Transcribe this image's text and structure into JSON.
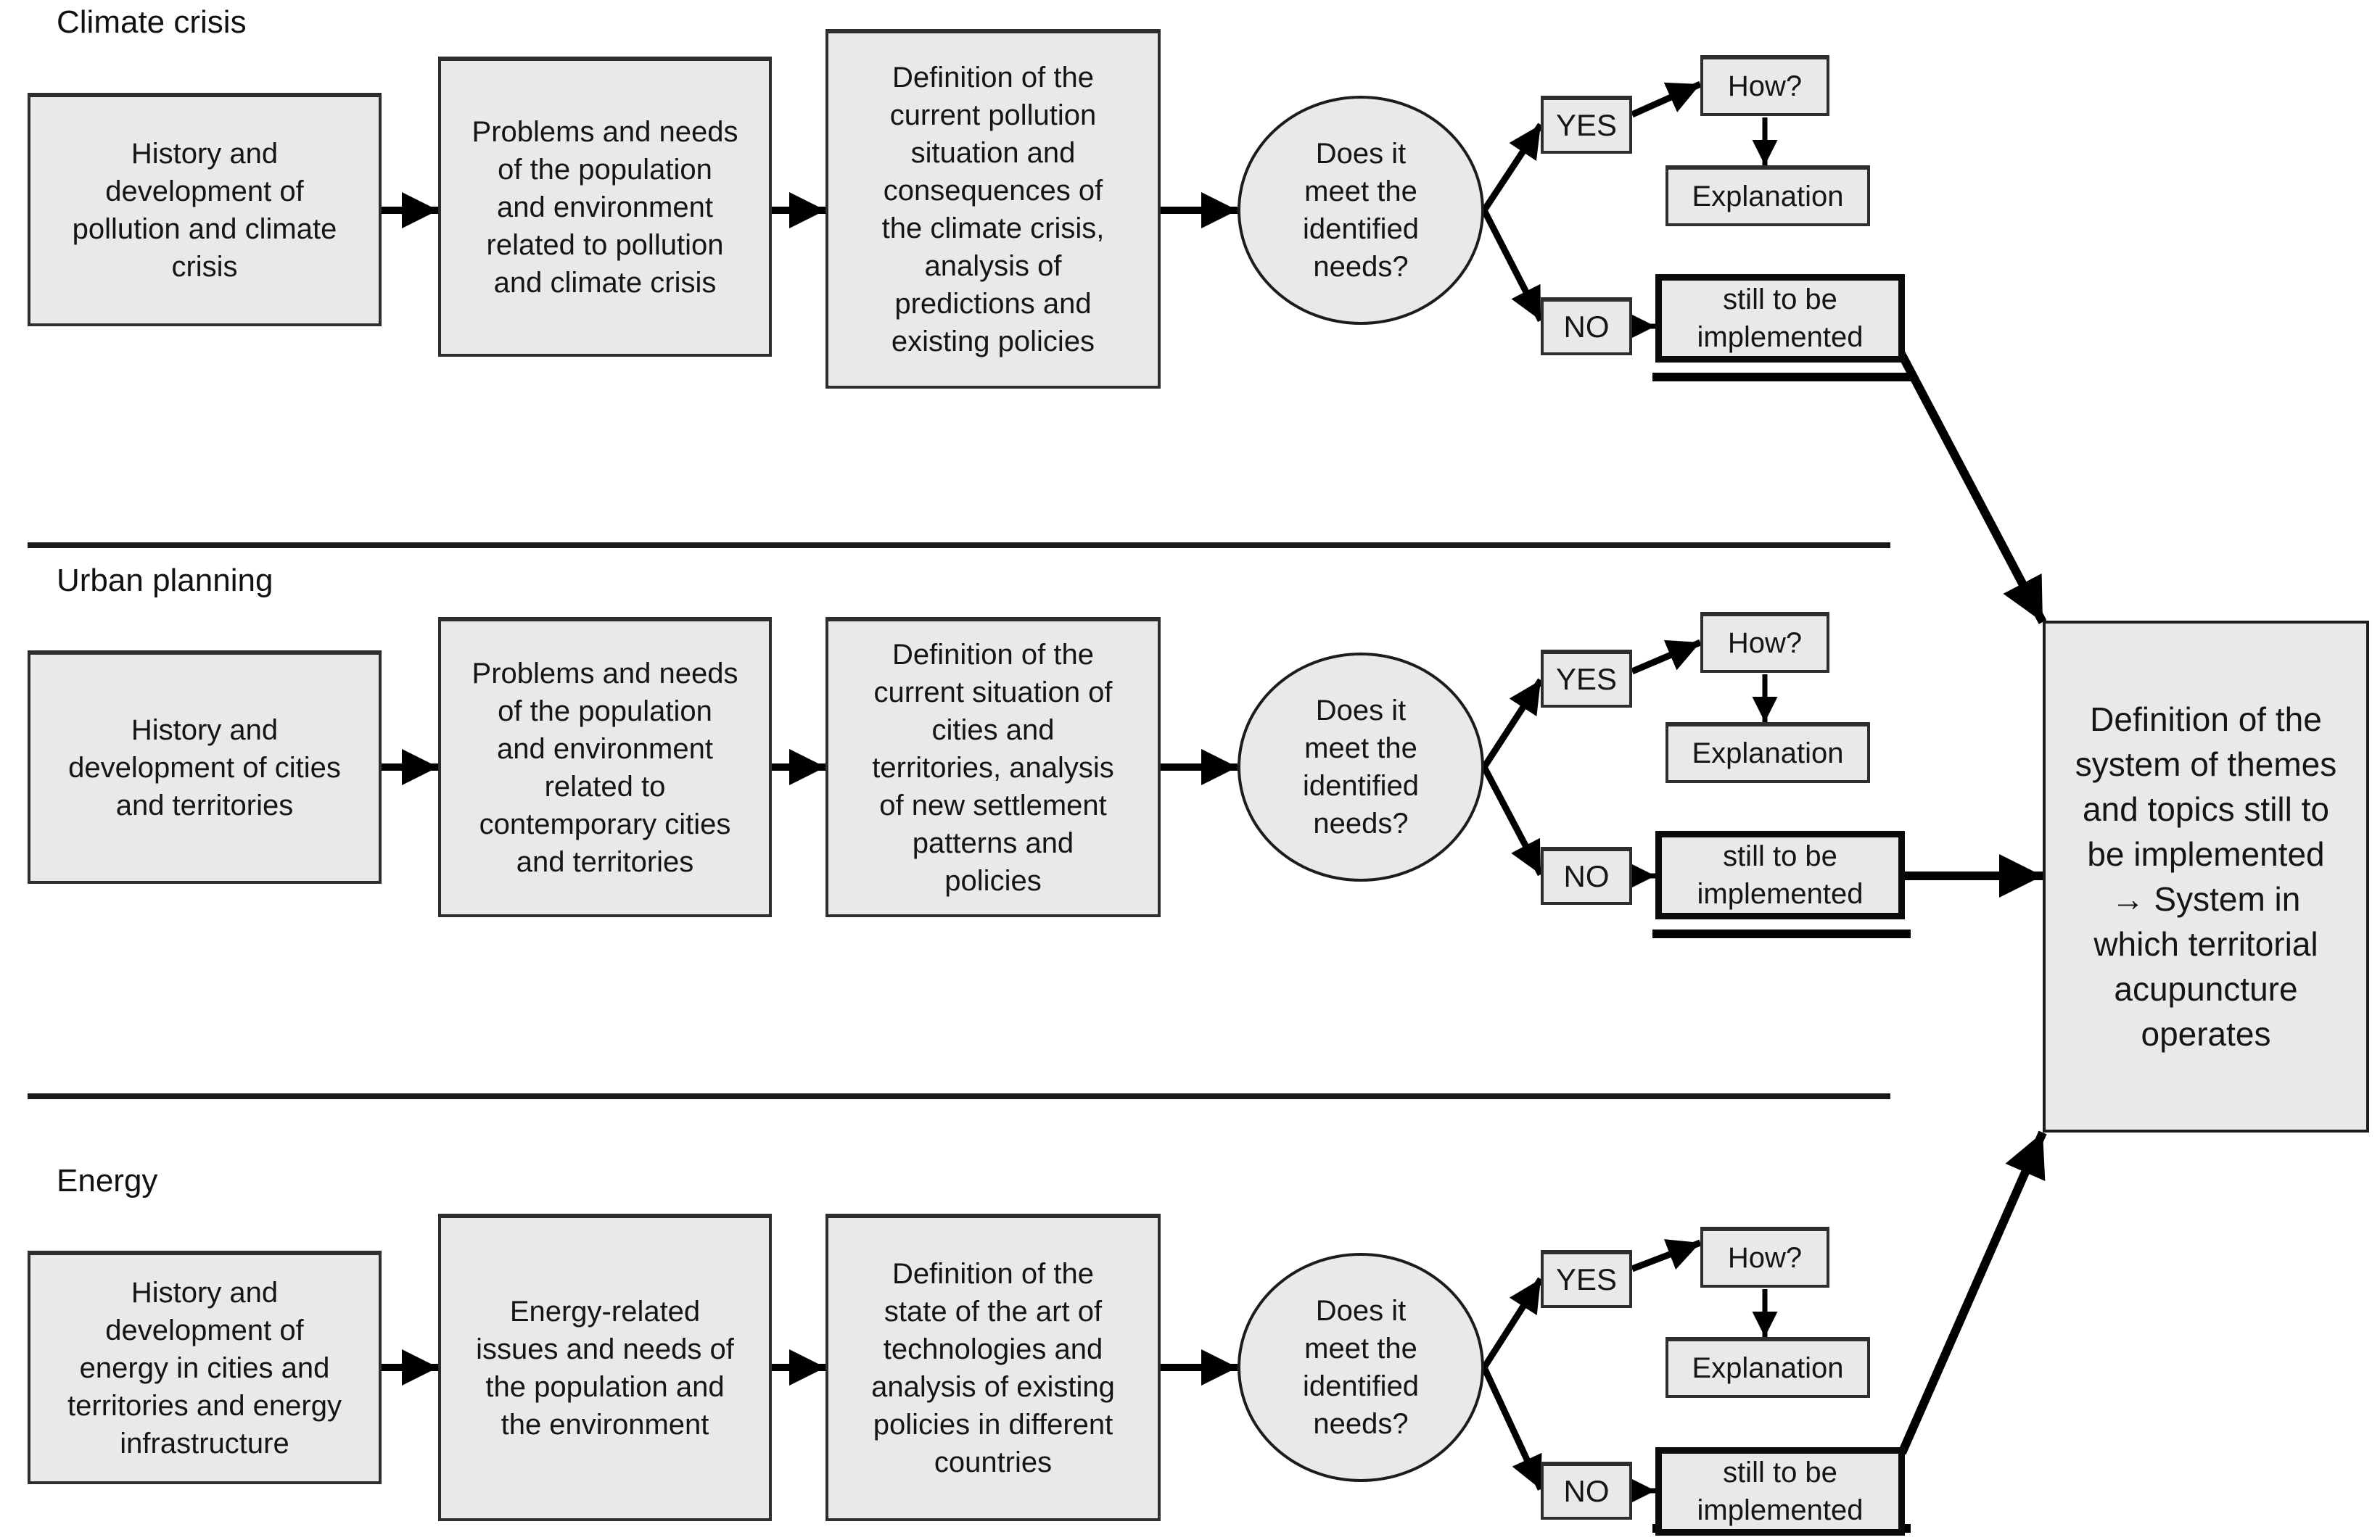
{
  "figure": {
    "background": "#ffffff",
    "colors": {
      "box_fill": "#e9e9e9",
      "box_border": "#2e2e2e",
      "emphasis_border": "#0b0b0b",
      "line": "#000000",
      "text": "#151515"
    },
    "labels": {
      "decision": "Does it\nmeet the\nidentified\nneeds?",
      "yes": "YES",
      "no": "NO",
      "how": "How?",
      "explanation": "Explanation",
      "still_to_be_implemented": "still to be\nimplemented"
    },
    "rows": [
      {
        "title": "Climate crisis",
        "step1": "History and\ndevelopment of\npollution and climate\ncrisis",
        "step2": "Problems and needs\nof the population\nand environment\nrelated to pollution\nand climate crisis",
        "step3": "Definition of the\ncurrent pollution\nsituation and\nconsequences of\nthe climate crisis,\nanalysis of\npredictions and\nexisting policies"
      },
      {
        "title": "Urban planning",
        "step1": "History and\ndevelopment of cities\nand territories",
        "step2": "Problems and needs\nof the population\nand environment\nrelated to\ncontemporary cities\nand territories",
        "step3": "Definition of the\ncurrent situation of\ncities and\nterritories, analysis\nof new settlement\npatterns and\npolicies"
      },
      {
        "title": "Energy",
        "step1": "History and\ndevelopment of\nenergy in cities and\nterritories and energy\ninfrastructure",
        "step2": "Energy-related\nissues and needs of\nthe population and\nthe environment",
        "step3": "Definition of the\nstate of the art of\ntechnologies and\nanalysis of existing\npolicies in different\ncountries"
      }
    ],
    "outcome": {
      "text": "Definition of the\nsystem of themes\nand topics still to\nbe implemented\n→ System in\nwhich territorial\nacupuncture\noperates"
    }
  }
}
